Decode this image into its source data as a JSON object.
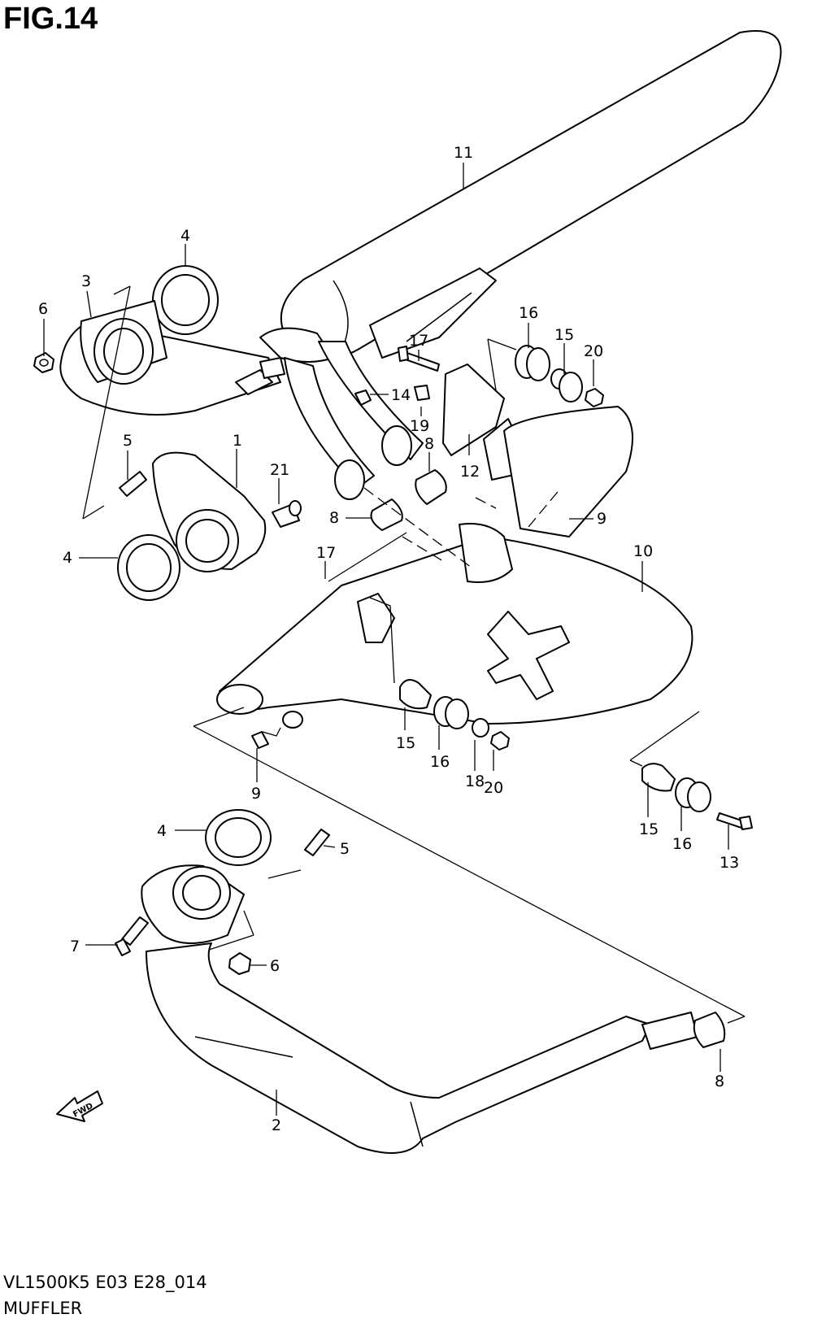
{
  "figure": {
    "title": "FIG.14",
    "model_code": "VL1500K5 E03 E28_014",
    "section_name": "MUFFLER",
    "fwd_label": "FWD"
  },
  "callouts": [
    {
      "id": "c11",
      "label": "11"
    },
    {
      "id": "c4a",
      "label": "4"
    },
    {
      "id": "c3",
      "label": "3"
    },
    {
      "id": "c6a",
      "label": "6"
    },
    {
      "id": "c16a",
      "label": "16"
    },
    {
      "id": "c15a",
      "label": "15"
    },
    {
      "id": "c20a",
      "label": "20"
    },
    {
      "id": "c17a",
      "label": "17"
    },
    {
      "id": "c14",
      "label": "14"
    },
    {
      "id": "c19",
      "label": "19"
    },
    {
      "id": "c8a",
      "label": "8"
    },
    {
      "id": "c12",
      "label": "12"
    },
    {
      "id": "c5a",
      "label": "5"
    },
    {
      "id": "c1",
      "label": "1"
    },
    {
      "id": "c21",
      "label": "21"
    },
    {
      "id": "c8b",
      "label": "8"
    },
    {
      "id": "c9a",
      "label": "9"
    },
    {
      "id": "c4b",
      "label": "4"
    },
    {
      "id": "c17b",
      "label": "17"
    },
    {
      "id": "c10",
      "label": "10"
    },
    {
      "id": "c15b",
      "label": "15"
    },
    {
      "id": "c16b",
      "label": "16"
    },
    {
      "id": "c18",
      "label": "18"
    },
    {
      "id": "c20b",
      "label": "20"
    },
    {
      "id": "c9b",
      "label": "9"
    },
    {
      "id": "c15c",
      "label": "15"
    },
    {
      "id": "c16c",
      "label": "16"
    },
    {
      "id": "c13",
      "label": "13"
    },
    {
      "id": "c4c",
      "label": "4"
    },
    {
      "id": "c5b",
      "label": "5"
    },
    {
      "id": "c7",
      "label": "7"
    },
    {
      "id": "c6b",
      "label": "6"
    },
    {
      "id": "c8c",
      "label": "8"
    },
    {
      "id": "c2",
      "label": "2"
    }
  ]
}
